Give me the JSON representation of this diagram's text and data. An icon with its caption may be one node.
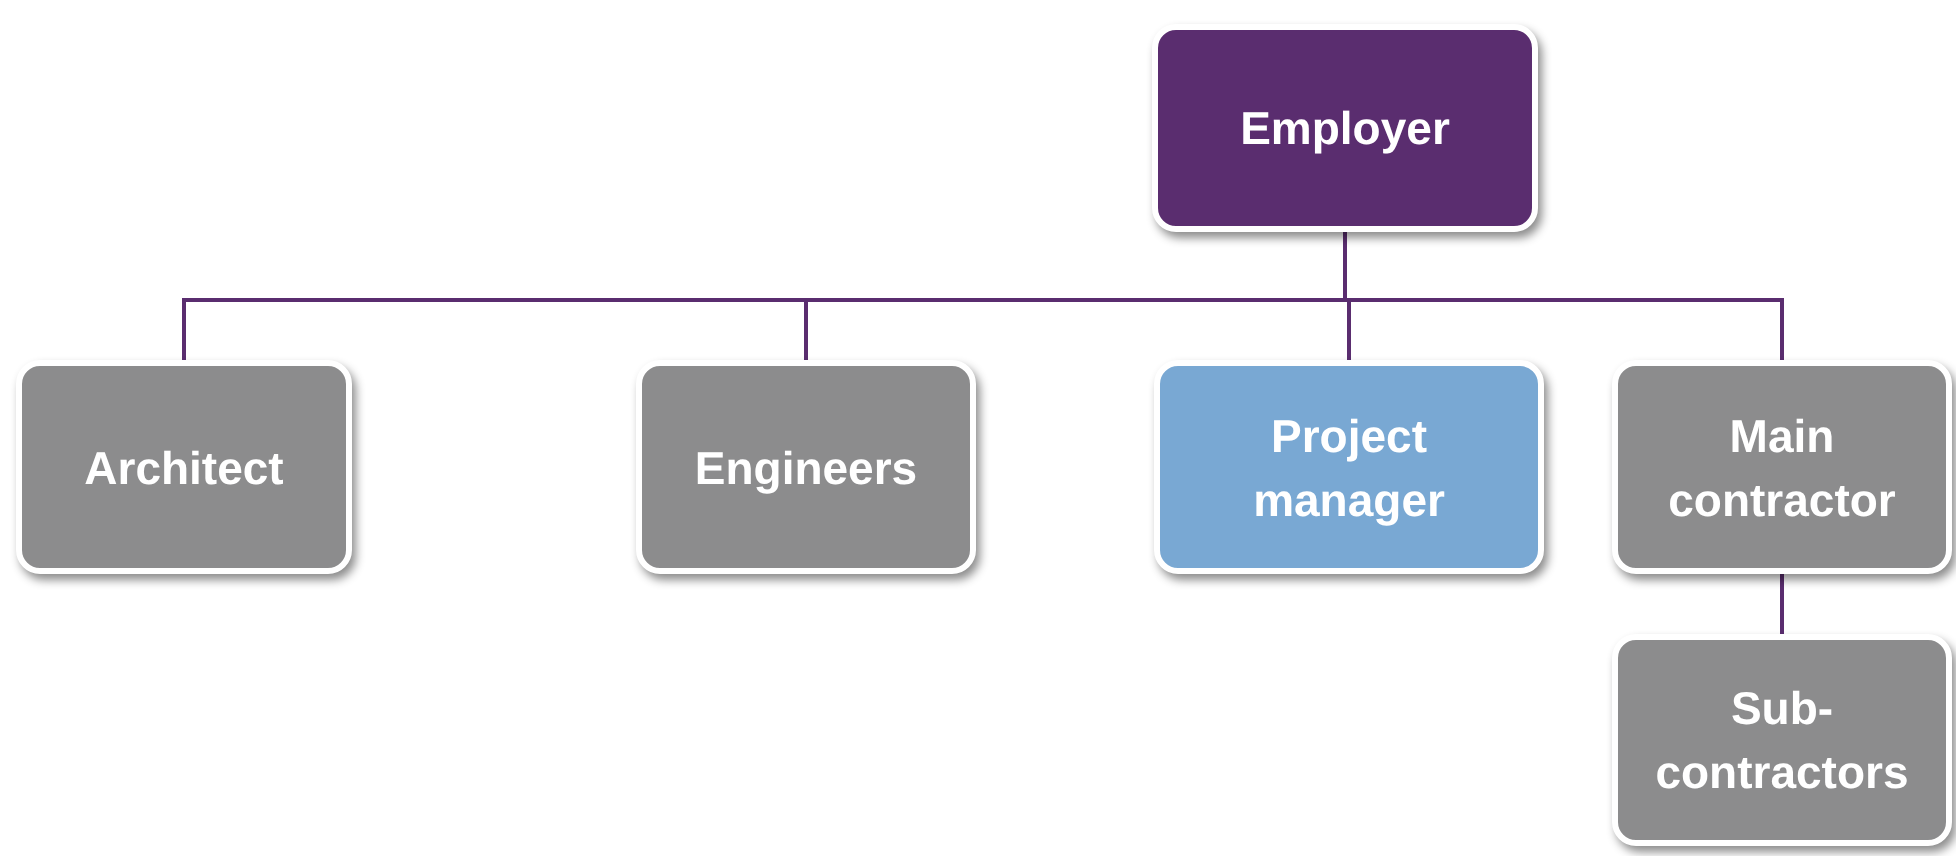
{
  "diagram": {
    "nodes": [
      {
        "text": [
          "Employer"
        ]
      },
      {
        "text": [
          "Architect"
        ]
      },
      {
        "text": [
          "Engineers"
        ]
      },
      {
        "text": [
          "Project manager"
        ]
      },
      {
        "text": [
          "Main contractor"
        ]
      },
      {
        "text": [
          "Sub-contractors"
        ]
      }
    ],
    "edges": [
      {
        "from": 0,
        "to": 1,
        "arrow": "none"
      },
      {
        "from": 0,
        "to": 2,
        "arrow": "none"
      },
      {
        "from": 0,
        "to": 3,
        "arrow": "none"
      },
      {
        "from": 0,
        "to": 4,
        "arrow": "none"
      },
      {
        "from": 4,
        "to": 5,
        "arrow": "none"
      }
    ]
  }
}
